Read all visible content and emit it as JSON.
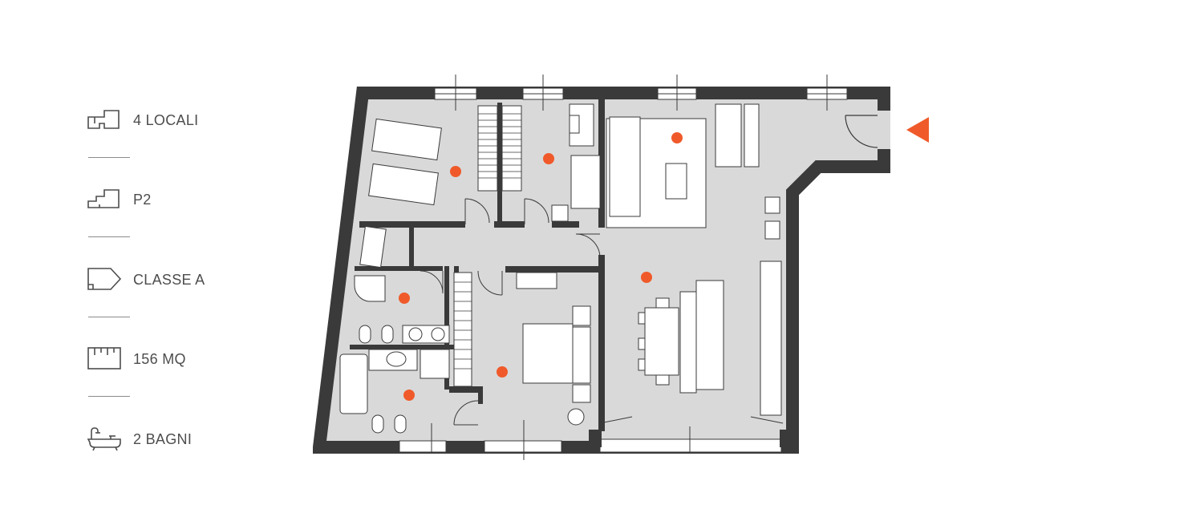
{
  "features": [
    {
      "icon": "rooms-icon",
      "label": "4 LOCALI"
    },
    {
      "icon": "floor-stairs-icon",
      "label": "P2"
    },
    {
      "icon": "energy-class-icon",
      "label": "CLASSE A"
    },
    {
      "icon": "ruler-icon",
      "label": "156 MQ"
    },
    {
      "icon": "bathtub-icon",
      "label": "2 BAGNI"
    }
  ],
  "colors": {
    "wall": "#3a3a3a",
    "floor": "#d9d9d9",
    "furniture": "#ffffff",
    "accent": "#f05a2a",
    "text": "#4d4d4d",
    "icon": "#4d4d4d"
  },
  "plan": {
    "room_markers": 7,
    "entrance_marker": "entrance-arrow-icon"
  }
}
